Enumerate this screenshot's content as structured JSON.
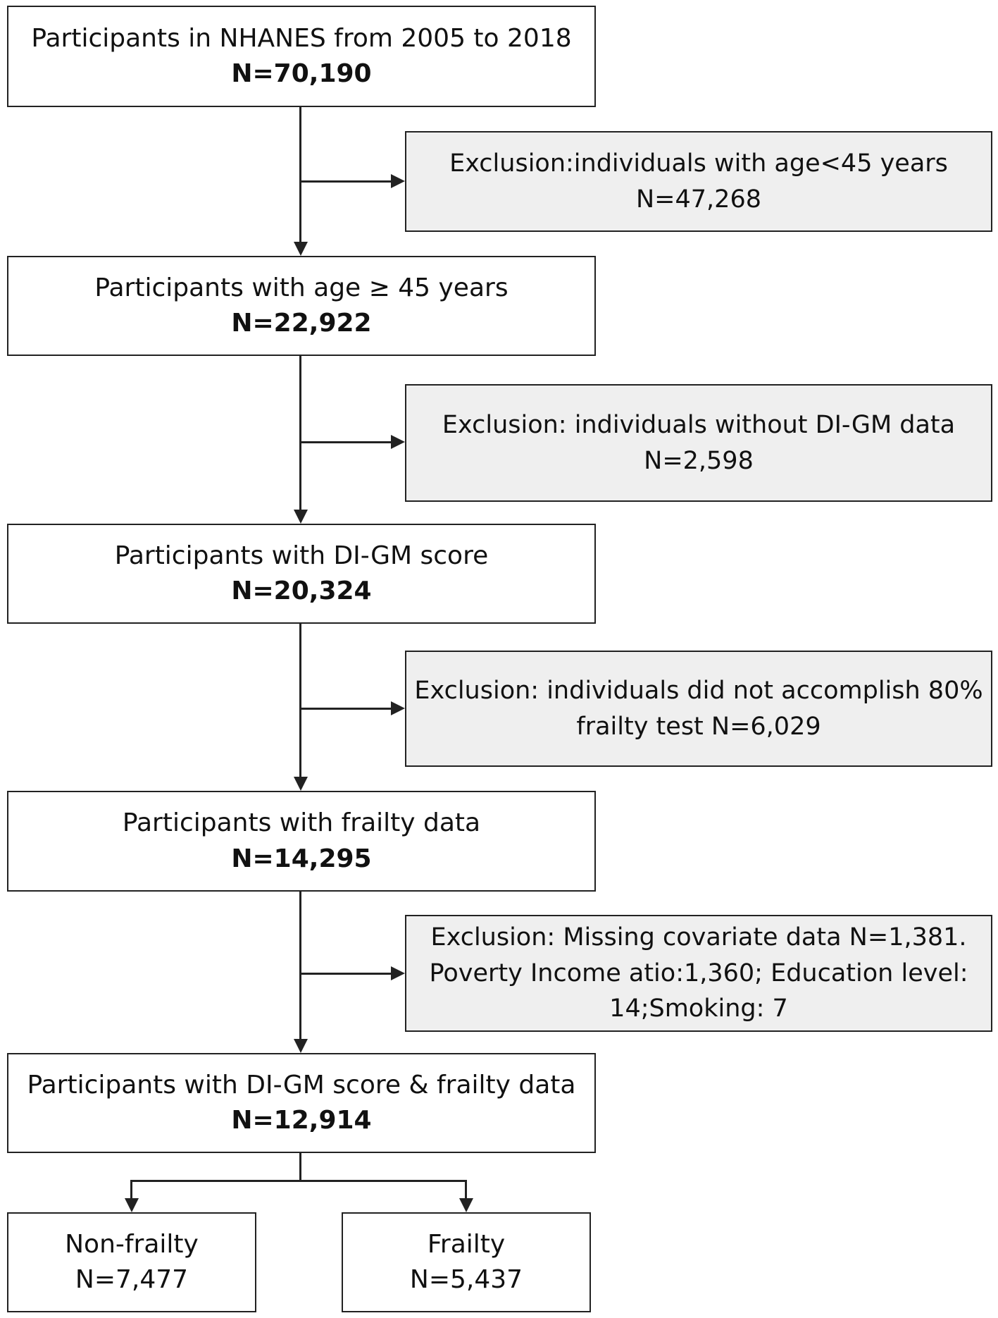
{
  "boxes": {
    "nhanes": {
      "label": "Participants in NHANES from 2005 to 2018",
      "n": "N=70,190"
    },
    "age45": {
      "label": "Participants  with age ≥ 45 years",
      "n": "N=22,922"
    },
    "digm": {
      "label": "Participants  with   DI-GM score",
      "n": "N=20,324"
    },
    "frailty_data": {
      "label": "Participants  with frailty data",
      "n": "N=14,295"
    },
    "final": {
      "label": "Participants  with DI-GM score & frailty data",
      "n": "N=12,914"
    },
    "non_frailty": {
      "label": "Non-frailty",
      "n": "N=7,477"
    },
    "frailty": {
      "label": "Frailty",
      "n": "N=5,437"
    }
  },
  "exclusions": {
    "age": {
      "line1": "Exclusion:individuals with age<45 years",
      "line2": "N=47,268"
    },
    "digm": {
      "line1": "Exclusion: individuals without DI-GM data",
      "line2": "N=2,598"
    },
    "frailty_test": {
      "line1": "Exclusion: individuals did not accomplish 80%",
      "line2": "frailty  test  N=6,029"
    },
    "covariates": {
      "line1": "Exclusion: Missing covariate data N=1,381.",
      "line2": "Poverty Income atio:1,360; Education level:",
      "line3": "14;Smoking: 7"
    }
  }
}
